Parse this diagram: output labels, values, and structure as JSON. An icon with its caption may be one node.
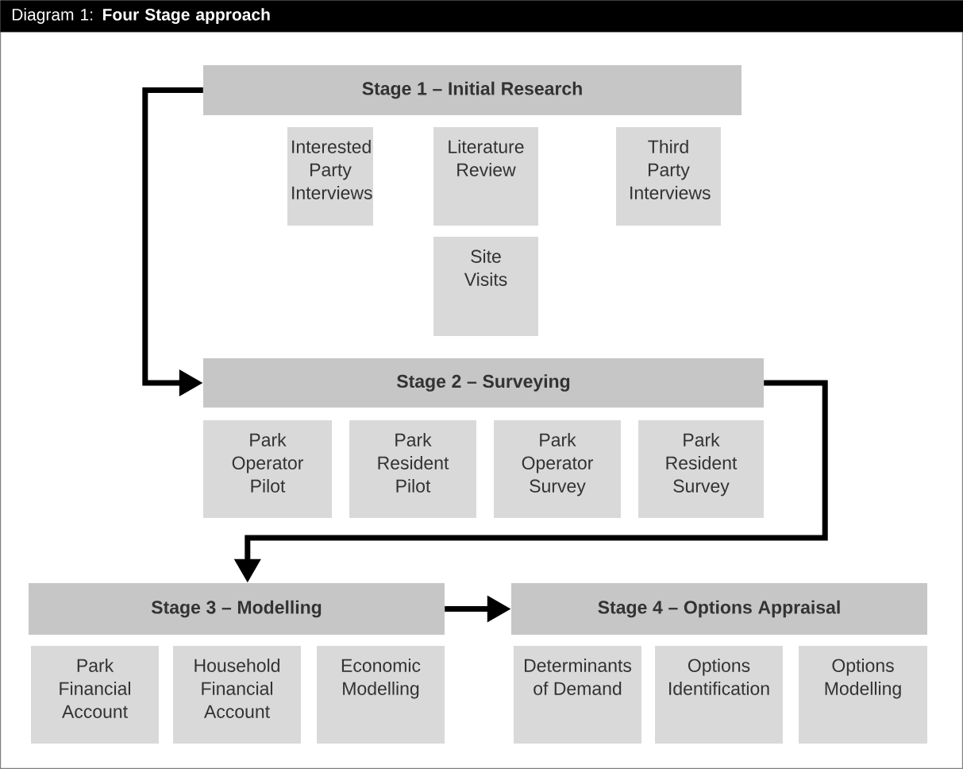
{
  "diagram": {
    "title": "Diagram 1: **Four Stage approach**",
    "nodes": [
      {
        "text": [
          "Stage 1 – Initial Research"
        ]
      },
      {
        "text": [
          "Interested Party Interviews"
        ]
      },
      {
        "text": [
          "Literature Review"
        ]
      },
      {
        "text": [
          "Third Party Interviews"
        ]
      },
      {
        "text": [
          "Site Visits"
        ]
      },
      {
        "text": [
          "Stage 2 – Surveying"
        ]
      },
      {
        "text": [
          "Park Operator Pilot"
        ]
      },
      {
        "text": [
          "Park Resident Pilot"
        ]
      },
      {
        "text": [
          "Park Operator Survey"
        ]
      },
      {
        "text": [
          "Park Resident Survey"
        ]
      },
      {
        "text": [
          "Stage 3 – Modelling"
        ]
      },
      {
        "text": [
          "Park Financial Account"
        ]
      },
      {
        "text": [
          "Household Financial Account"
        ]
      },
      {
        "text": [
          "Economic Modelling"
        ]
      },
      {
        "text": [
          "Stage 4 – Options Appraisal"
        ]
      },
      {
        "text": [
          "Determinants of Demand"
        ]
      },
      {
        "text": [
          "Options Identification"
        ]
      },
      {
        "text": [
          "Options Modelling"
        ]
      }
    ],
    "edges": [
      {
        "from": 0,
        "to": 5,
        "arrow": "to"
      },
      {
        "from": 5,
        "to": 10,
        "arrow": "to"
      },
      {
        "from": 10,
        "to": 14,
        "arrow": "to"
      }
    ]
  }
}
